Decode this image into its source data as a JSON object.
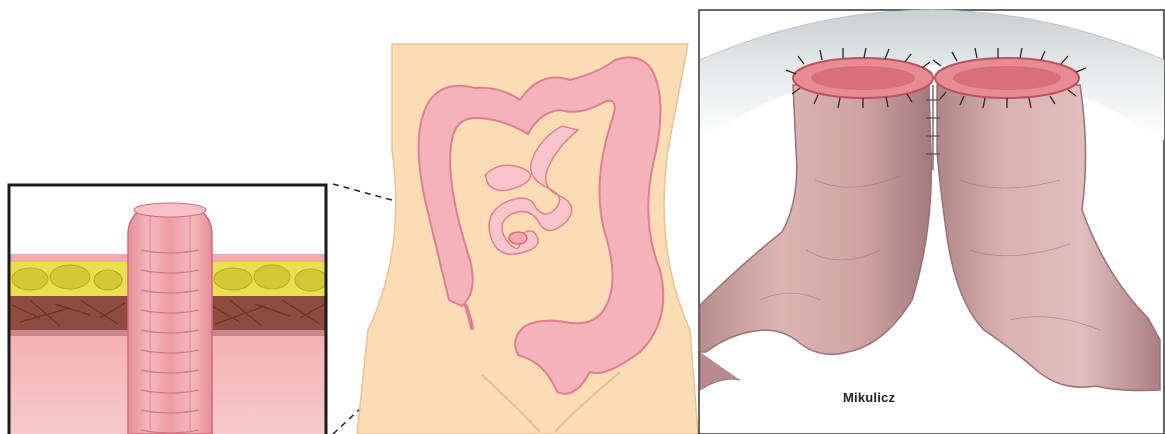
{
  "figure": {
    "panels": [
      {
        "name": "stoma-cross-section-inset",
        "description_icon": "loop-stoma-section"
      },
      {
        "name": "abdomen-colon-illustration",
        "description_icon": "colon-anatomy"
      },
      {
        "name": "mikulicz-double-barrel-stoma",
        "caption": "Mikulicz"
      }
    ]
  },
  "colors": {
    "skin": "#fbdcb4",
    "skin_outline": "#e9c393",
    "colon": "#f4b2bb",
    "colon_outline": "#e07f8f",
    "fat": "#e7dc4a",
    "muscle": "#8c4a3c",
    "bowel_pink": "#e9a8ad",
    "frame": "#1a1a1a"
  }
}
